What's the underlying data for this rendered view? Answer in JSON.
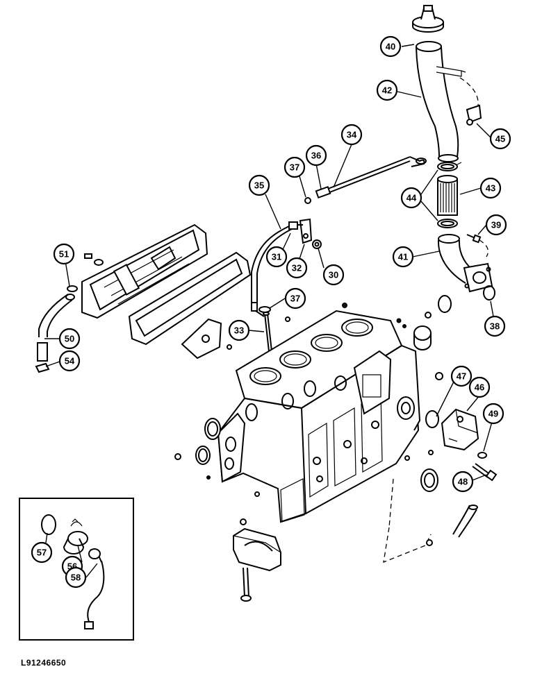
{
  "figure": {
    "reference_number": "L91246650"
  },
  "callouts": {
    "c30": "30",
    "c31": "31",
    "c32": "32",
    "c33": "33",
    "c34": "34",
    "c35": "35",
    "c36": "36",
    "c37a": "37",
    "c37b": "37",
    "c38": "38",
    "c39": "39",
    "c40": "40",
    "c41": "41",
    "c42": "42",
    "c43": "43",
    "c44": "44",
    "c45": "45",
    "c46": "46",
    "c47": "47",
    "c48": "48",
    "c49": "49",
    "c50": "50",
    "c51": "51",
    "c54": "54",
    "c56": "56",
    "c57": "57",
    "c58": "58"
  }
}
